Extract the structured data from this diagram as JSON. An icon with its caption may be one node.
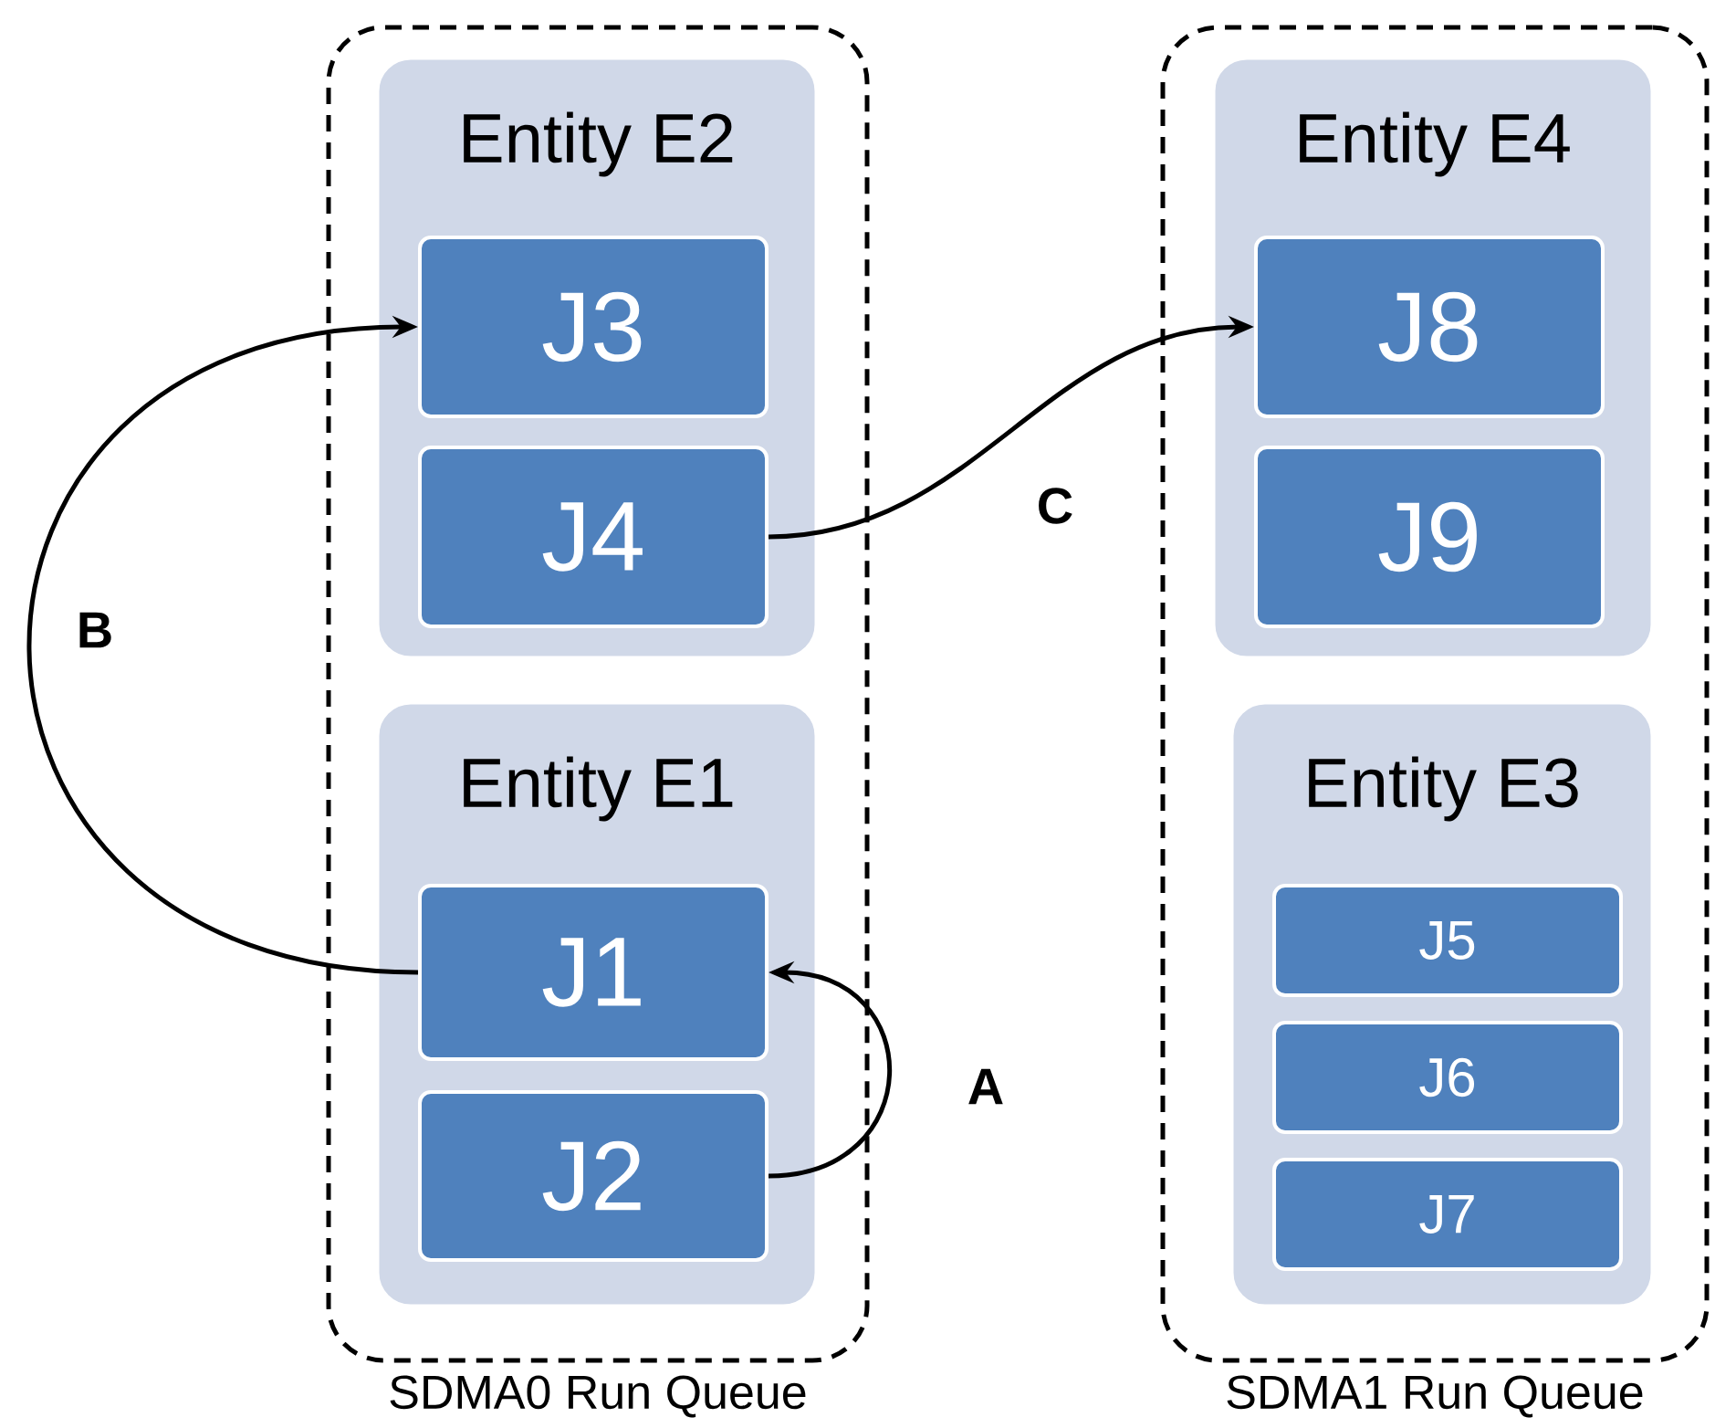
{
  "diagram": {
    "nodes": [
      {
        "text": [
          "SDMA0 Run Queue"
        ]
      },
      {
        "text": [
          "Entity E2"
        ],
        "in": 0
      },
      {
        "text": [
          "J3"
        ],
        "in": 1
      },
      {
        "text": [
          "J4"
        ],
        "in": 1
      },
      {
        "text": [
          "Entity E1"
        ],
        "in": 0
      },
      {
        "text": [
          "J1"
        ],
        "in": 4
      },
      {
        "text": [
          "J2"
        ],
        "in": 4
      },
      {
        "text": [
          "SDMA1 Run Queue"
        ]
      },
      {
        "text": [
          "Entity E4"
        ],
        "in": 7
      },
      {
        "text": [
          "J8"
        ],
        "in": 8
      },
      {
        "text": [
          "J9"
        ],
        "in": 8
      },
      {
        "text": [
          "Entity E3"
        ],
        "in": 7
      },
      {
        "text": [
          "J5"
        ],
        "in": 11
      },
      {
        "text": [
          "J6"
        ],
        "in": 11
      },
      {
        "text": [
          "J7"
        ],
        "in": 11
      }
    ],
    "edges": [
      {
        "from": 6,
        "to": 5,
        "arrow": "to",
        "label": "A"
      },
      {
        "from": 5,
        "to": 2,
        "arrow": "to",
        "label": "B"
      },
      {
        "from": 3,
        "to": 9,
        "arrow": "to",
        "label": "C"
      }
    ]
  }
}
